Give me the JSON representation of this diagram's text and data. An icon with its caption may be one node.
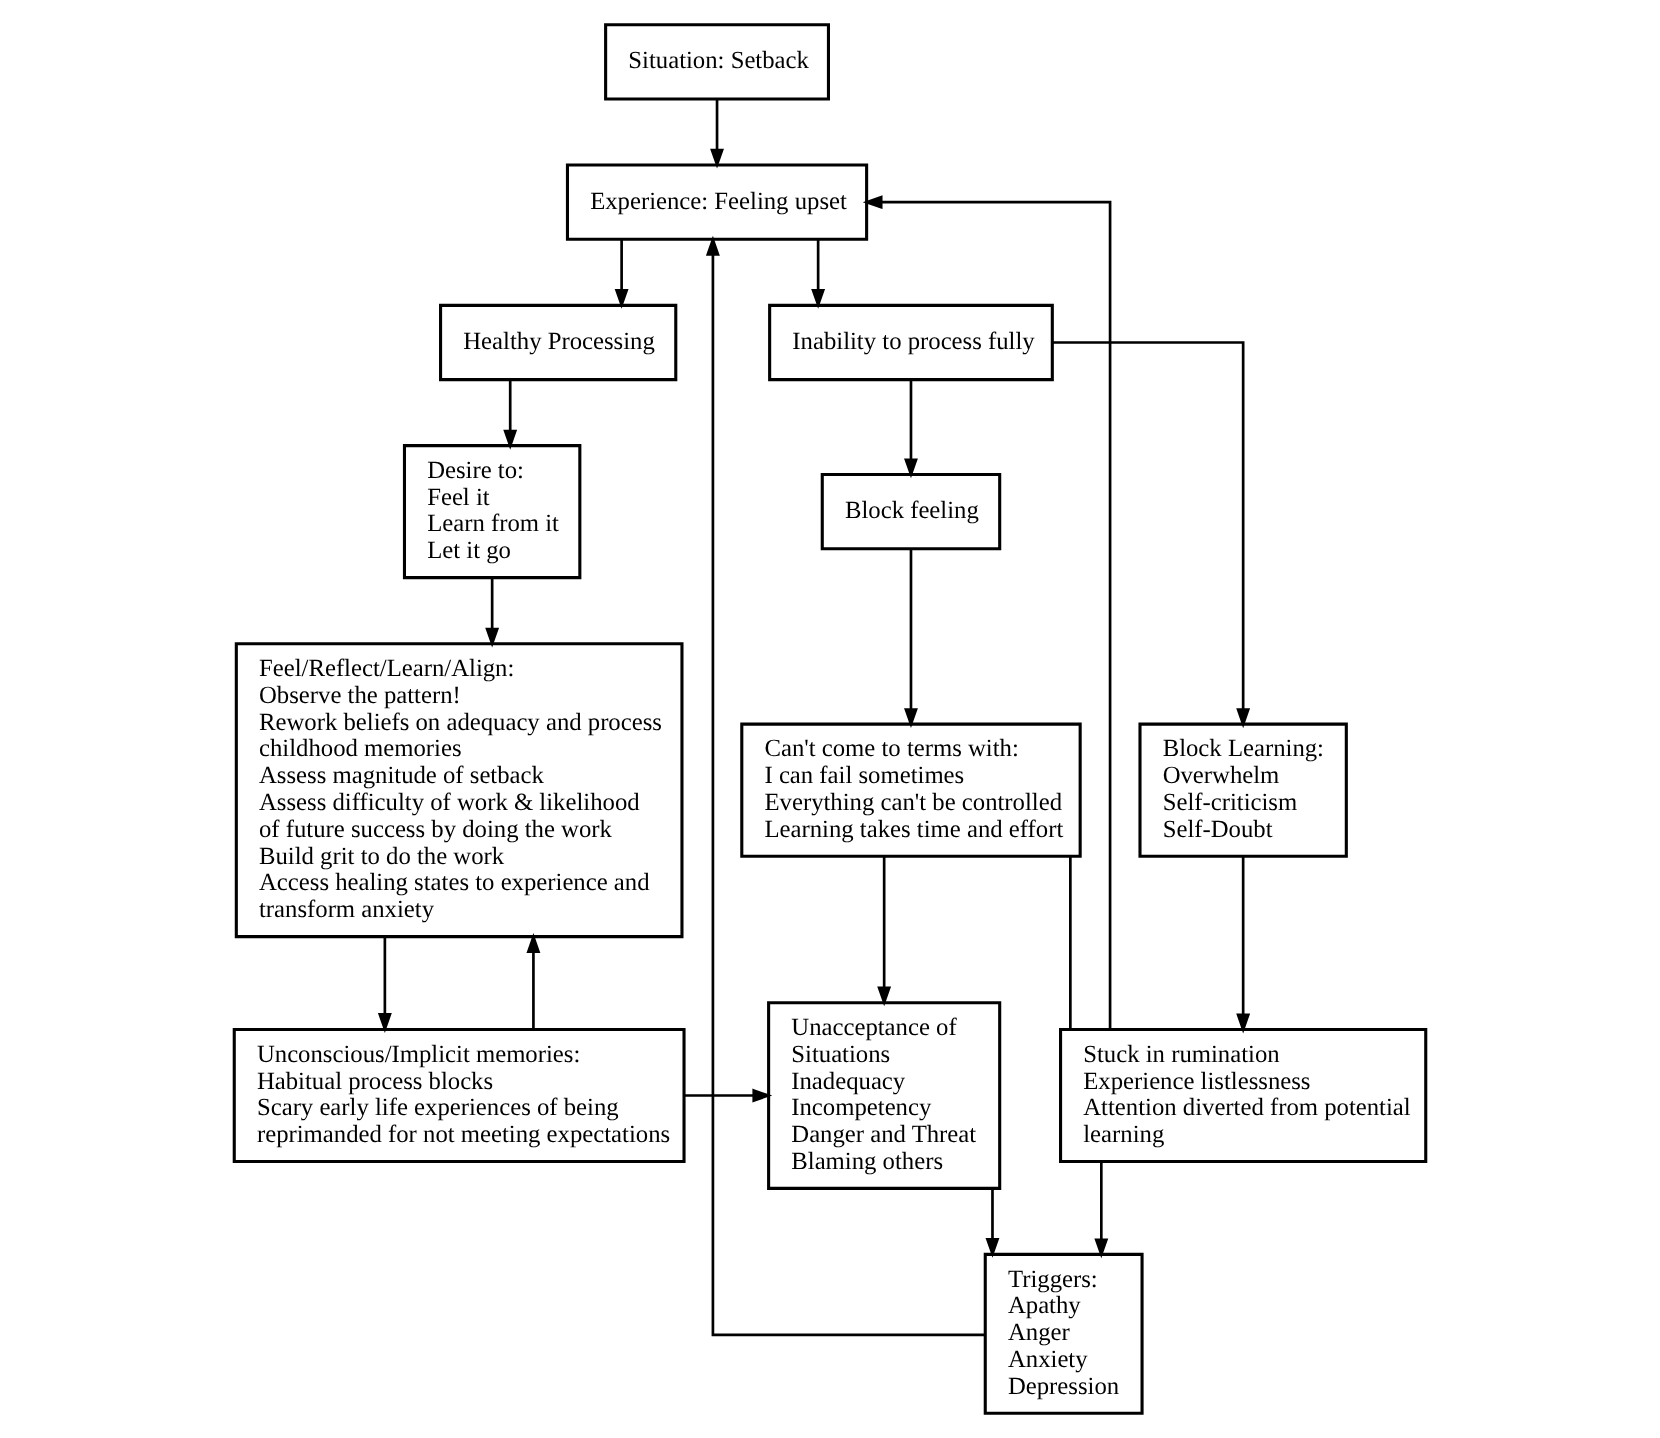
{
  "diagram": {
    "nodes": [
      {
        "text": [
          "Situation: Setback"
        ]
      },
      {
        "text": [
          "Experience: Feeling upset"
        ]
      },
      {
        "text": [
          "Healthy Processing"
        ]
      },
      {
        "text": [
          "Inability to process fully"
        ]
      },
      {
        "text": [
          "Desire to:",
          "Feel it",
          "Learn from it",
          "Let it go"
        ]
      },
      {
        "text": [
          "Block feeling"
        ]
      },
      {
        "text": [
          "Block Learning:",
          "Overwhelm",
          "Self-criticism",
          "Self-Doubt"
        ]
      },
      {
        "text": [
          "Feel/Reflect/Learn/Align:",
          "Observe the pattern!",
          "Rework beliefs on adequacy and process childhood memories",
          "Assess magnitude of setback",
          "Assess difficulty of work & likelihood of future success by doing the work",
          "Build grit to do the work",
          "Access healing states to experience and transform anxiety"
        ]
      },
      {
        "text": [
          "Can't come to terms with:",
          "I can fail sometimes",
          "Everything can't be controlled",
          "Learning takes time and effort"
        ]
      },
      {
        "text": [
          "Stuck in rumination",
          "Experience listlessness",
          "Attention diverted from potential learning"
        ]
      },
      {
        "text": [
          "Unacceptance of",
          "Situations",
          "Inadequacy",
          "Incompetency",
          "Danger and Threat",
          "Blaming others"
        ]
      },
      {
        "text": [
          "Triggers:",
          "Apathy",
          "Anger",
          "Anxiety",
          "Depression"
        ]
      },
      {
        "text": [
          "Unconscious/Implicit memories:",
          "Habitual process blocks",
          "Scary early life experiences of being reprimanded for not meeting expectations"
        ]
      }
    ],
    "edges": [
      {
        "from": 0,
        "to": 1,
        "arrow": "to"
      },
      {
        "from": 1,
        "to": 2,
        "arrow": "to"
      },
      {
        "from": 1,
        "to": 3,
        "arrow": "to"
      },
      {
        "from": 2,
        "to": 4,
        "arrow": "to"
      },
      {
        "from": 3,
        "to": 5,
        "arrow": "to"
      },
      {
        "from": 3,
        "to": 6,
        "arrow": "to"
      },
      {
        "from": 4,
        "to": 7,
        "arrow": "to"
      },
      {
        "from": 5,
        "to": 8,
        "arrow": "to"
      },
      {
        "from": 6,
        "to": 9,
        "arrow": "to"
      },
      {
        "from": 8,
        "to": 9,
        "arrow": "none"
      },
      {
        "from": 8,
        "to": 10,
        "arrow": "to"
      },
      {
        "from": 9,
        "to": 11,
        "arrow": "to"
      },
      {
        "from": 9,
        "to": 1,
        "arrow": "to"
      },
      {
        "from": 10,
        "to": 11,
        "arrow": "to"
      },
      {
        "from": 11,
        "to": 1,
        "arrow": "to"
      },
      {
        "from": 7,
        "to": 12,
        "arrow": "to"
      },
      {
        "from": 12,
        "to": 7,
        "arrow": "to"
      },
      {
        "from": 12,
        "to": 10,
        "arrow": "to"
      }
    ]
  }
}
